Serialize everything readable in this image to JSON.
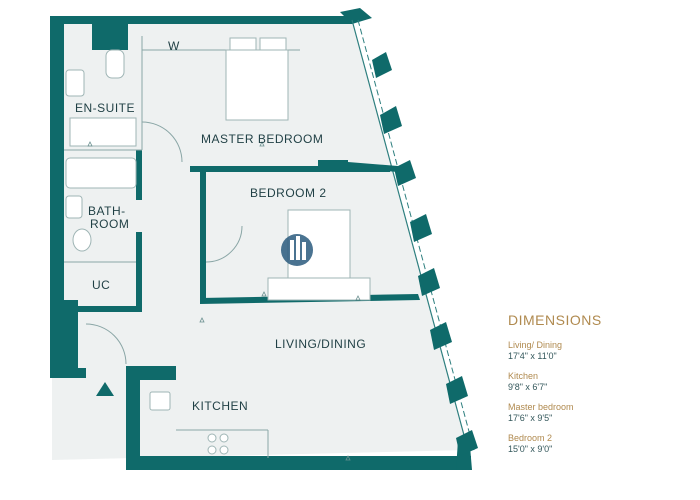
{
  "top_mark": "",
  "rooms": {
    "ensuite": "EN-SUITE",
    "wardrobe": "W",
    "master": "MASTER BEDROOM",
    "bedroom2": "BEDROOM 2",
    "bath_line1": "BATH-",
    "bath_line2": "ROOM",
    "uc": "UC",
    "living": "LIVING/DINING",
    "kitchen": "KITCHEN"
  },
  "dimensions": {
    "title": "DIMENSIONS",
    "items": [
      {
        "name": "Living/ Dining",
        "size": "17'4\" x 11'0\""
      },
      {
        "name": "Kitchen",
        "size": "9'8\" x 6'7\""
      },
      {
        "name": "Master bedroom",
        "size": "17'6\" x 9'5\""
      },
      {
        "name": "Bedroom 2",
        "size": "15'0\" x 9'0\""
      }
    ]
  },
  "colors": {
    "wall": "#0f6a6a",
    "floor": "#eef1f1",
    "line": "#9fb5b5",
    "gold": "#b08a4f"
  },
  "watermark_icon": "building-logo-icon"
}
